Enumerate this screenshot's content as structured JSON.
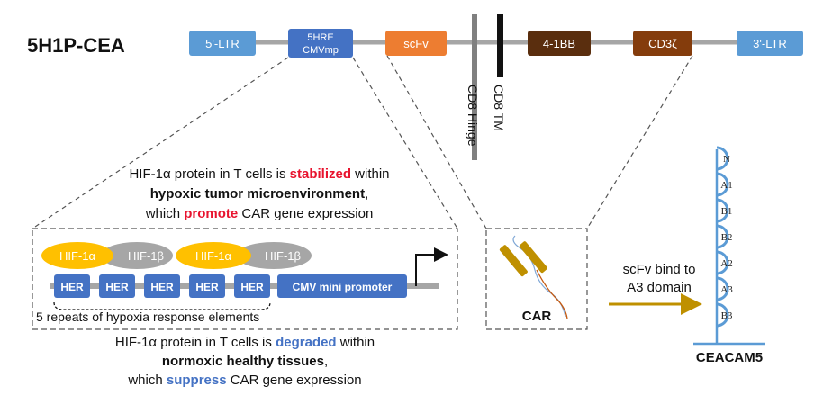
{
  "title": "5H1P-CEA",
  "construct": {
    "ltr5": "5'-LTR",
    "promoter_line1": "5HRE",
    "promoter_line2": "CMVmp",
    "scfv": "scFv",
    "cd8_hinge": "CD8 Hinge",
    "cd8_tm": "CD8 TM",
    "bb": "4-1BB",
    "cd3z": "CD3ζ",
    "ltr3": "3'-LTR"
  },
  "hypoxia": {
    "line1_pre": "HIF-1α protein in T cells is ",
    "line1_key": "stabilized",
    "line1_post": " within",
    "line2": "hypoxic tumor microenvironment",
    "line2_post": ",",
    "line3_pre": "which ",
    "line3_key": "promote",
    "line3_post": " CAR gene expression"
  },
  "normoxia": {
    "line1_pre": "HIF-1α protein in T cells is ",
    "line1_key": "degraded",
    "line1_post": " within",
    "line2": "normoxic healthy tissues",
    "line2_post": ",",
    "line3_pre": "which ",
    "line3_key": "suppress",
    "line3_post": " CAR gene expression"
  },
  "promoter_detail": {
    "hif_alpha": "HIF-1α",
    "hif_beta": "HIF-1β",
    "her_label": "HER",
    "her_count": 5,
    "cmv_label": "CMV mini promoter",
    "repeats_caption": "5 repeats of hypoxia response elements"
  },
  "car": {
    "label": "CAR"
  },
  "binding": {
    "line1": "scFv bind to",
    "line2": "A3 domain"
  },
  "ceacam5": {
    "label": "CEACAM5",
    "domains": [
      "N",
      "A1",
      "B1",
      "B2",
      "A2",
      "A3",
      "B3"
    ]
  },
  "colors": {
    "ltr": "#5b9bd5",
    "promoter": "#4472c4",
    "scfv": "#ed7d31",
    "bb": "#5a2e0e",
    "cd3z": "#843c0c",
    "hif_alpha": "#ffc000",
    "hif_beta": "#a6a6a6",
    "stabilized": "#e8132e",
    "degraded": "#4472c4",
    "car_gold": "#bf9000",
    "ceacam": "#5b9bd5",
    "arrow": "#bf9000"
  }
}
